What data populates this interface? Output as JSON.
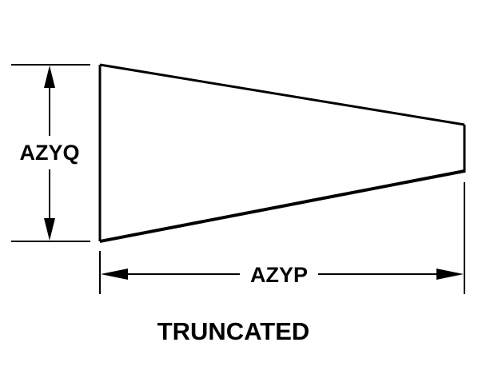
{
  "diagram": {
    "height_label": "AZYQ",
    "length_label": "AZYP",
    "caption": "TRUNCATED"
  },
  "colors": {
    "line": "#000000",
    "background": "#ffffff"
  }
}
